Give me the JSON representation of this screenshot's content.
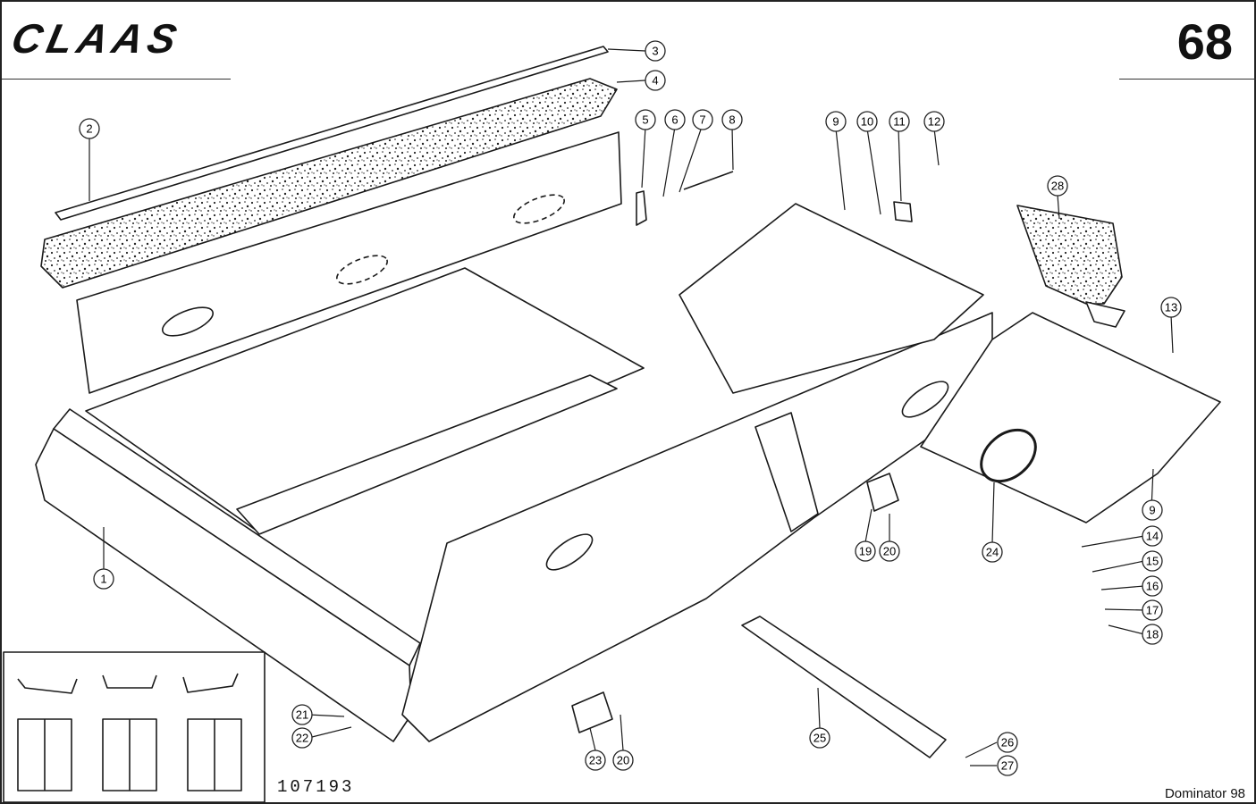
{
  "header": {
    "brand": "CLAAS",
    "page_number": "68"
  },
  "footer": {
    "drawing_number": "107193",
    "model": "Dominator 98"
  },
  "callouts": [
    {
      "id": "c1",
      "label": "1"
    },
    {
      "id": "c2",
      "label": "2"
    },
    {
      "id": "c3",
      "label": "3"
    },
    {
      "id": "c4",
      "label": "4"
    },
    {
      "id": "c5",
      "label": "5"
    },
    {
      "id": "c6",
      "label": "6"
    },
    {
      "id": "c7",
      "label": "7"
    },
    {
      "id": "c8",
      "label": "8"
    },
    {
      "id": "c9a",
      "label": "9"
    },
    {
      "id": "c10",
      "label": "10"
    },
    {
      "id": "c11",
      "label": "11"
    },
    {
      "id": "c12",
      "label": "12"
    },
    {
      "id": "c13",
      "label": "13"
    },
    {
      "id": "c14",
      "label": "14"
    },
    {
      "id": "c15",
      "label": "15"
    },
    {
      "id": "c16",
      "label": "16"
    },
    {
      "id": "c17",
      "label": "17"
    },
    {
      "id": "c18",
      "label": "18"
    },
    {
      "id": "c9b",
      "label": "9"
    },
    {
      "id": "c19",
      "label": "19"
    },
    {
      "id": "c20a",
      "label": "20"
    },
    {
      "id": "c24",
      "label": "24"
    },
    {
      "id": "c28",
      "label": "28"
    },
    {
      "id": "c21",
      "label": "21"
    },
    {
      "id": "c22",
      "label": "22"
    },
    {
      "id": "c23",
      "label": "23"
    },
    {
      "id": "c20b",
      "label": "20"
    },
    {
      "id": "c25",
      "label": "25"
    },
    {
      "id": "c26",
      "label": "26"
    },
    {
      "id": "c27",
      "label": "27"
    }
  ]
}
